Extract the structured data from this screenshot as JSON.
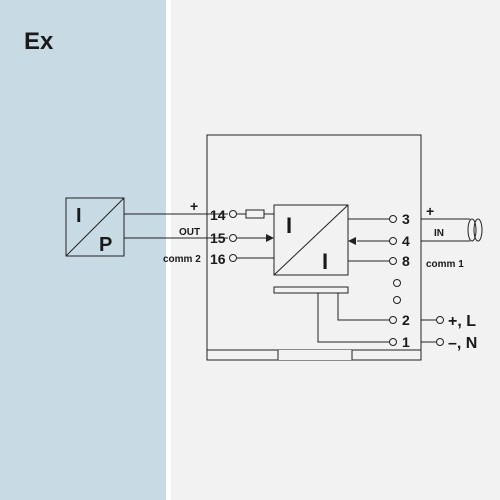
{
  "zone_label": "Ex",
  "ip_converter": {
    "top": "I",
    "bottom": "P"
  },
  "isolator": {
    "top": "I",
    "bottom": "I"
  },
  "left_terminals": {
    "t14": "14",
    "t15": "15",
    "t16": "16"
  },
  "right_terminals": {
    "t3": "3",
    "t4": "4",
    "t8": "8",
    "t2": "2",
    "t1": "1"
  },
  "signals": {
    "plus_left": "+",
    "out": "OUT",
    "comm2": "comm 2",
    "plus_right": "+",
    "in": "IN",
    "comm1": "comm 1",
    "plus_l": "+, L",
    "minus_n": "–, N"
  },
  "colors": {
    "ex_zone": "#c8dbe5",
    "safe_zone": "#f2f2f2",
    "divider": "#ffffff",
    "line": "#222222"
  }
}
